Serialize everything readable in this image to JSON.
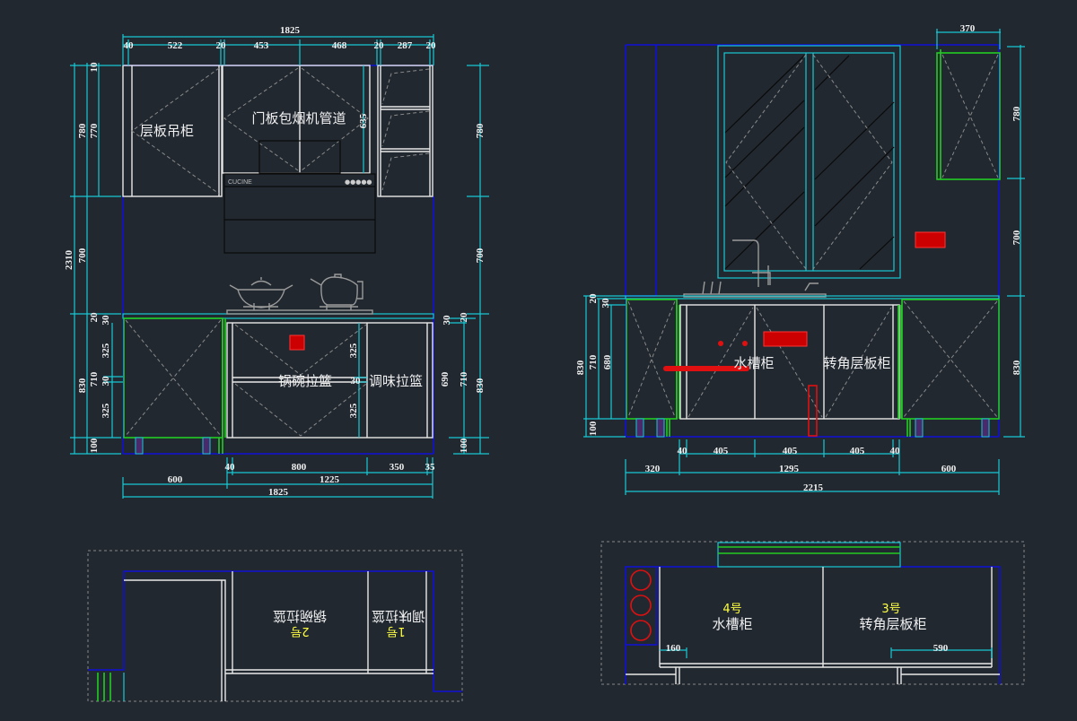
{
  "colors": {
    "background": "#212830",
    "dimension": "#18c8d4",
    "wall": "#1010d8",
    "cabinet": "#22cc22",
    "panel": "#e8e8e8",
    "socket": "#e01010",
    "number_label": "#ffff40"
  },
  "left_elevation": {
    "labels": {
      "upper_shelf_cabinet": "层板吊柜",
      "hood_duct_cover": "门板包烟机管道",
      "pot_bowl_basket": "锅碗拉篮",
      "seasoning_basket": "调味拉篮",
      "hood_brand": "CUCINE"
    },
    "dims_top": {
      "total": "1825",
      "parts": [
        "40",
        "522",
        "20",
        "453",
        "468",
        "20",
        "287",
        "20"
      ]
    },
    "dims_left": {
      "total": "2310",
      "upper": "780",
      "upper_inner": "770",
      "top_gap": "10",
      "middle": "700",
      "counter": "20",
      "base": "830",
      "base_inner": "710",
      "gap1": "30",
      "drawer1": "325",
      "gap2": "30",
      "drawer2": "325",
      "plinth": "100"
    },
    "dims_inner": {
      "hood": "635",
      "drawer1": "325",
      "gap": "30",
      "drawer2": "325"
    },
    "dims_right": {
      "upper": "780",
      "middle": "700",
      "counter": "20",
      "gap": "30",
      "door": "690",
      "base_inner": "710",
      "base": "830",
      "plinth": "100"
    },
    "dims_bottom": {
      "row1": [
        "40",
        "800",
        "350",
        "35"
      ],
      "row2": [
        "600",
        "1225"
      ],
      "total": "1825"
    }
  },
  "right_elevation": {
    "labels": {
      "sink_cabinet": "水槽柜",
      "corner_shelf_cabinet": "转角层板柜"
    },
    "dims_top": {
      "wall_cabinet_width": "370"
    },
    "dims_right": {
      "upper": "780",
      "middle": "700",
      "base": "830"
    },
    "dims_left": {
      "counter": "20",
      "gap": "30",
      "base": "830",
      "base_inner": "710",
      "door": "680",
      "plinth": "100"
    },
    "dims_bottom": {
      "row1": [
        "40",
        "405",
        "405",
        "405",
        "40"
      ],
      "row2": [
        "320",
        "1295",
        "600"
      ],
      "total": "2215"
    }
  },
  "left_plan": {
    "labels": {
      "pot_bowl_basket": "锅碗拉篮",
      "no2": "2号",
      "seasoning_basket": "调味拉篮",
      "no1": "1号"
    }
  },
  "right_plan": {
    "labels": {
      "no4": "4号",
      "sink_cabinet": "水槽柜",
      "no3": "3号",
      "corner_shelf_cabinet": "转角层板柜"
    },
    "dims": {
      "left": "160",
      "right": "590"
    }
  }
}
